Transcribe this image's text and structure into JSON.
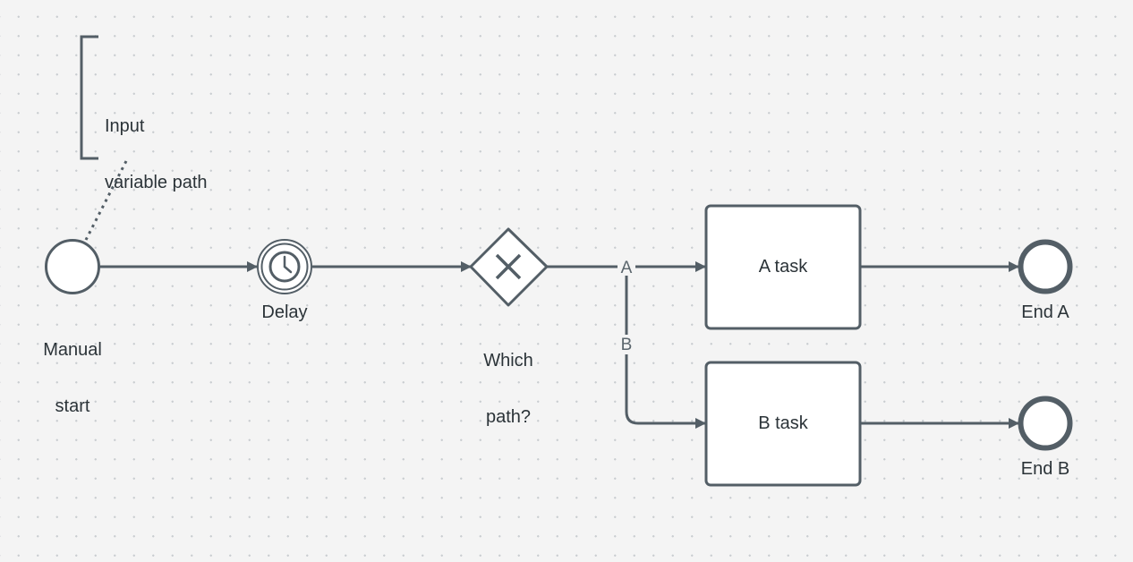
{
  "diagram": {
    "annotation": {
      "line1": "Input",
      "line2": "variable path"
    },
    "start_event": {
      "line1": "Manual",
      "line2": "start"
    },
    "timer_event": {
      "label": "Delay"
    },
    "gateway": {
      "line1": "Which",
      "line2": "path?"
    },
    "task_a": {
      "label": "A task"
    },
    "task_b": {
      "label": "B task"
    },
    "end_a": {
      "label": "End A"
    },
    "end_b": {
      "label": "End B"
    },
    "flow_a": {
      "label": "A"
    },
    "flow_b": {
      "label": "B"
    }
  },
  "colors": {
    "stroke": "#535e66",
    "task_fill": "#ffffff",
    "event_fill": "#ffffff",
    "background": "#f4f4f4",
    "text": "#2b3338"
  },
  "icons": {
    "timer": "clock-icon",
    "gateway": "x-icon"
  }
}
